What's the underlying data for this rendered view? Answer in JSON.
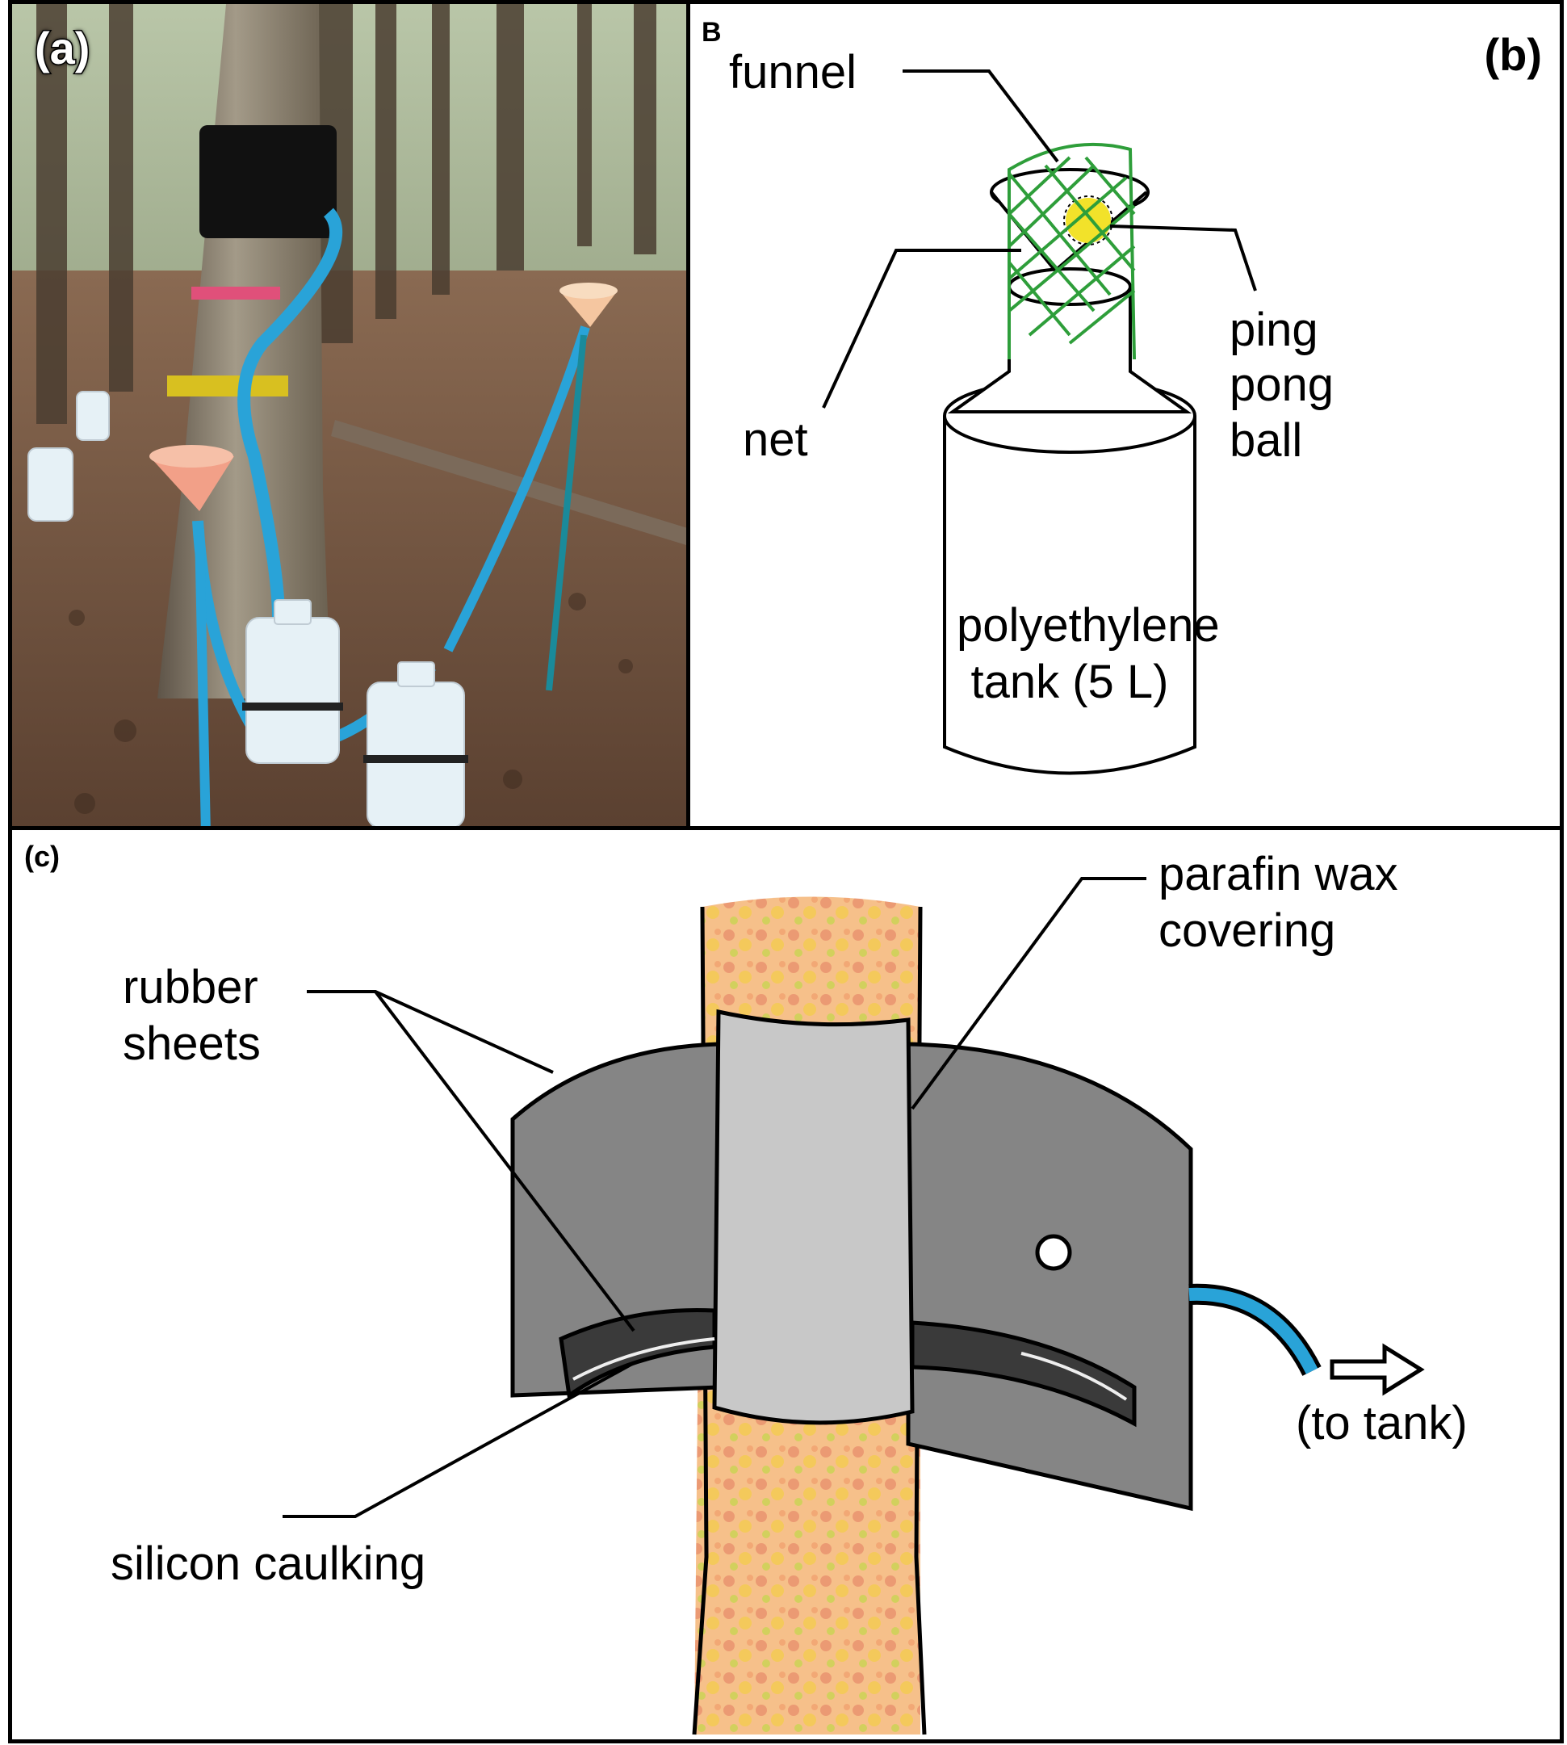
{
  "panel_a": {
    "tag": "(a)"
  },
  "panel_b": {
    "tag": "(b)",
    "corner_letter": "B",
    "labels": {
      "funnel": "funnel",
      "net": "net",
      "ping_pong_ball": "ping\npong\nball",
      "tank": "polyethylene\ntank (5 L)"
    }
  },
  "panel_c": {
    "tag": "(c)",
    "labels": {
      "parafin_wax": "parafin wax\ncovering",
      "rubber_sheets": "rubber\nsheets",
      "silicon_caulking": "silicon caulking",
      "to_tank": "(to tank)"
    }
  },
  "colors": {
    "net": "#2e9e3a",
    "ball": "#f2e22a",
    "tube": "#29a3d8",
    "tube_dark": "#1166b8",
    "rubber": "#858585",
    "wax": "#c8c8c8",
    "bark": "#f0a86a"
  }
}
